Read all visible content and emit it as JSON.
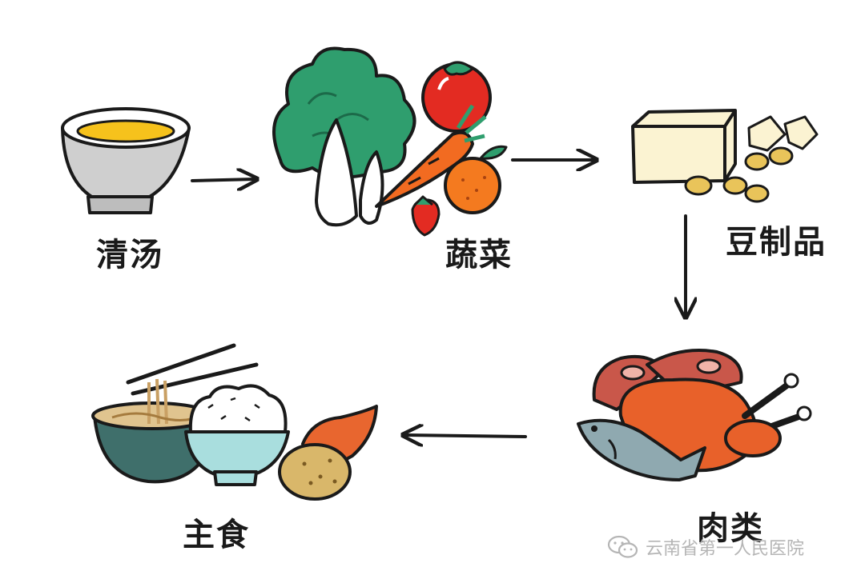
{
  "steps": [
    {
      "id": "soup",
      "label": "清汤",
      "icon": "soup-bowl-icon"
    },
    {
      "id": "vegetables",
      "label": "蔬菜",
      "icon": "vegetables-icon"
    },
    {
      "id": "tofu",
      "label": "豆制品",
      "icon": "tofu-icon"
    },
    {
      "id": "meat",
      "label": "肉类",
      "icon": "meat-icon"
    },
    {
      "id": "staple",
      "label": "主食",
      "icon": "staple-food-icon"
    }
  ],
  "watermark": {
    "text": "云南省第一人民医院",
    "icon": "wechat-icon"
  },
  "colors": {
    "outline": "#1a1a1a",
    "soup": "#f6c21c",
    "bowl": "#cfcfcf",
    "leaf": "#2f9e6e",
    "tomato": "#e32b22",
    "carrot": "#f26b21",
    "orange": "#f47a1f",
    "tofu": "#fbf3d2",
    "bean": "#e9c45a",
    "meat": "#e8612a",
    "ham": "#c9574a",
    "fish": "#8fa9b0",
    "noodle_bowl": "#3f6f6b",
    "rice_bowl": "#a9dede",
    "sweet_potato": "#e8662f",
    "potato": "#d9b76a"
  }
}
